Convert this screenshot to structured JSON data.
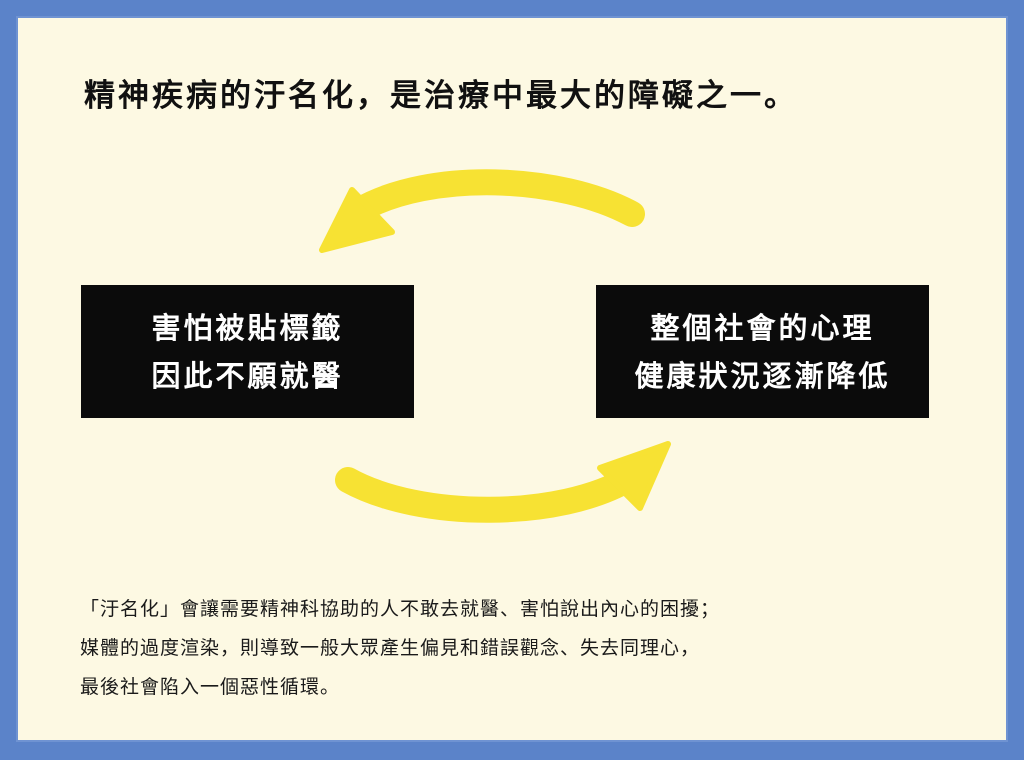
{
  "title": "精神疾病的汙名化，是治療中最大的障礙之一。",
  "boxes": {
    "left": {
      "line1": "害怕被貼標籤",
      "line2": "因此不願就醫"
    },
    "right": {
      "line1": "整個社會的心理",
      "line2": "健康狀況逐漸降低"
    }
  },
  "description": {
    "line1": "「汙名化」會讓需要精神科協助的人不敢去就醫、害怕說出內心的困擾；",
    "line2": "媒體的過度渲染，則導致一般大眾產生偏見和錯誤觀念、失去同理心，",
    "line3": "最後社會陷入一個惡性循環。"
  },
  "colors": {
    "background": "#5b83c9",
    "card": "#fdf9e3",
    "box": "#0b0b0b",
    "arrow": "#f7e233"
  }
}
